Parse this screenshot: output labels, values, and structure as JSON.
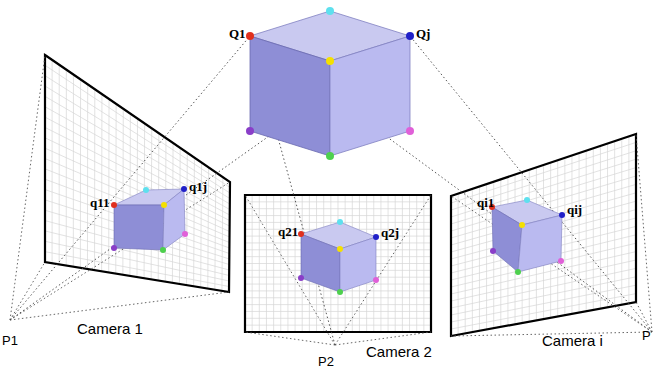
{
  "diagram": {
    "labels": [
      "Q1",
      "Qj",
      "q11",
      "q1j",
      "q21",
      "q2j",
      "qi1",
      "qij",
      "P1",
      "P2",
      "P",
      "Camera 1",
      "Camera 2",
      "Camera i"
    ]
  }
}
